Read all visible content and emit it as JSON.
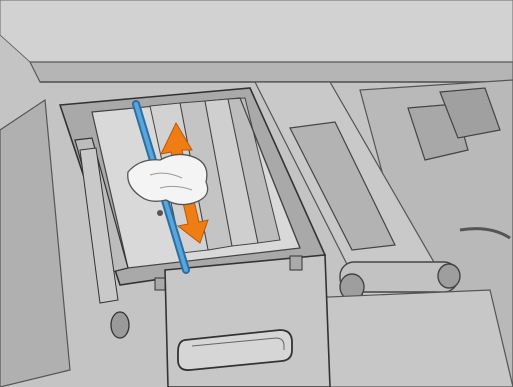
{
  "illustration": {
    "subject": "printer-maintenance-cleaning-step",
    "colors": {
      "body_gray": "#bcbcbc",
      "light_gray": "#d6d6d6",
      "dark_line": "#4a4a4a",
      "rod_blue": "#3f8fc9",
      "arrow_orange": "#f07d14",
      "cloth_white": "#f4f4f4"
    },
    "icons": {
      "direction_indicator": "double-headed-arrow",
      "cleaning_tool": "lint-free-cloth"
    }
  }
}
